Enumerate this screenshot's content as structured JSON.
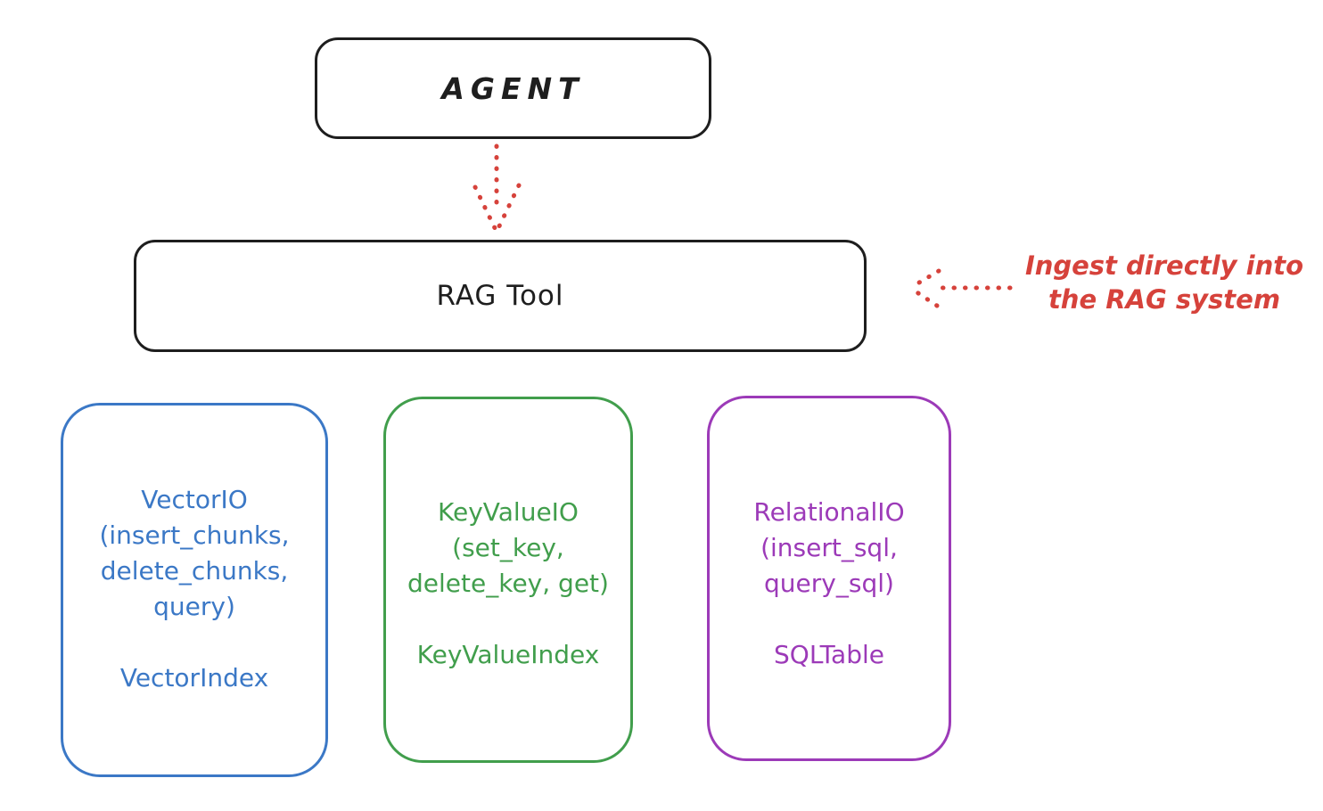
{
  "colors": {
    "stroke": "#1e1e1e",
    "red": "#d6423b",
    "blue": "#3b78c6",
    "green": "#419e4c",
    "purple": "#9c3ab8",
    "background": "#ffffff"
  },
  "agent": {
    "label": "AGENT"
  },
  "rag_tool": {
    "label": "RAG Tool"
  },
  "annotation": {
    "line1": "Ingest directly into",
    "line2": "the RAG system"
  },
  "vector_io": {
    "line1": "VectorIO",
    "line2": "(insert_chunks,",
    "line3": "delete_chunks,",
    "line4": "query)",
    "index": "VectorIndex"
  },
  "keyvalue_io": {
    "line1": "KeyValueIO",
    "line2": "(set_key,",
    "line3": "delete_key, get)",
    "index": "KeyValueIndex"
  },
  "relational_io": {
    "line1": "RelationalIO",
    "line2": "(insert_sql,",
    "line3": "query_sql)",
    "index": "SQLTable"
  }
}
